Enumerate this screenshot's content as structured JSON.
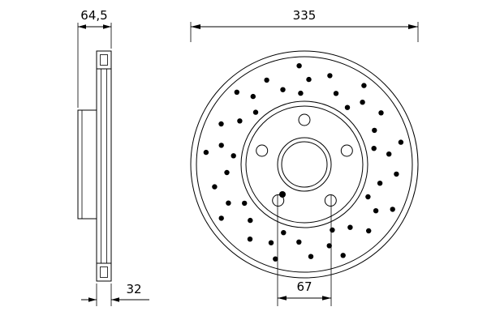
{
  "diagram": {
    "type": "technical-drawing",
    "subject": "brake-disc",
    "views": {
      "side": {
        "width_label": "64,5",
        "thickness_label": "32"
      },
      "front": {
        "outer_diameter_label": "335",
        "bore_diameter_label": "67"
      }
    },
    "colors": {
      "line": "#000000",
      "background": "#ffffff"
    }
  }
}
